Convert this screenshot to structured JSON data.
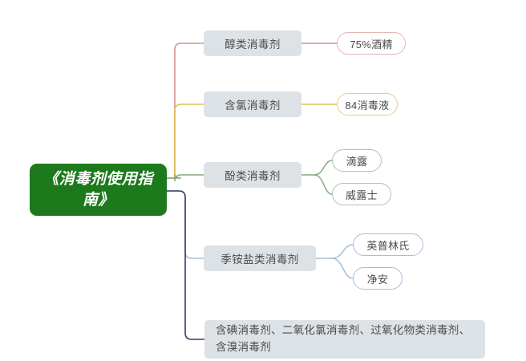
{
  "diagram": {
    "type": "mind-map",
    "title": "《消毒剂使用指南》",
    "root": {
      "label": "《消毒剂使用指南》",
      "color": "#1c7a1c",
      "text_color": "#ffffff"
    },
    "branches": [
      {
        "label": "醇类消毒剂",
        "link_color": "#d9908e",
        "children": [
          {
            "label": "75%酒精",
            "border_color": "#e3b6b4"
          }
        ]
      },
      {
        "label": "含氯消毒剂",
        "link_color": "#e2c04f",
        "children": [
          {
            "label": "84消毒液",
            "border_color": "#e6cf86"
          }
        ]
      },
      {
        "label": "酚类消毒剂",
        "link_color": "#85ab82",
        "children": [
          {
            "label": "滴露",
            "border_color": "#a9c8a6"
          },
          {
            "label": "威露士",
            "border_color": "#a9c8a6"
          }
        ]
      },
      {
        "label": "季铵盐类消毒剂",
        "link_color": "#9fc0dd",
        "children": [
          {
            "label": "英普林氏",
            "border_color": "#a8bed6"
          },
          {
            "label": "净安",
            "border_color": "#a8bed6"
          }
        ]
      },
      {
        "label": "含碘消毒剂、二氧化氯消毒剂、过氧化物类消毒剂、含溴消毒剂",
        "link_color": "#3b3a63",
        "children": []
      }
    ],
    "node_style": {
      "category_fill": "#dde2e6",
      "category_text": "#4a4a4a",
      "leaf_fill": "#ffffff",
      "leaf_text": "#4a4a4a"
    },
    "background": "#ffffff"
  }
}
